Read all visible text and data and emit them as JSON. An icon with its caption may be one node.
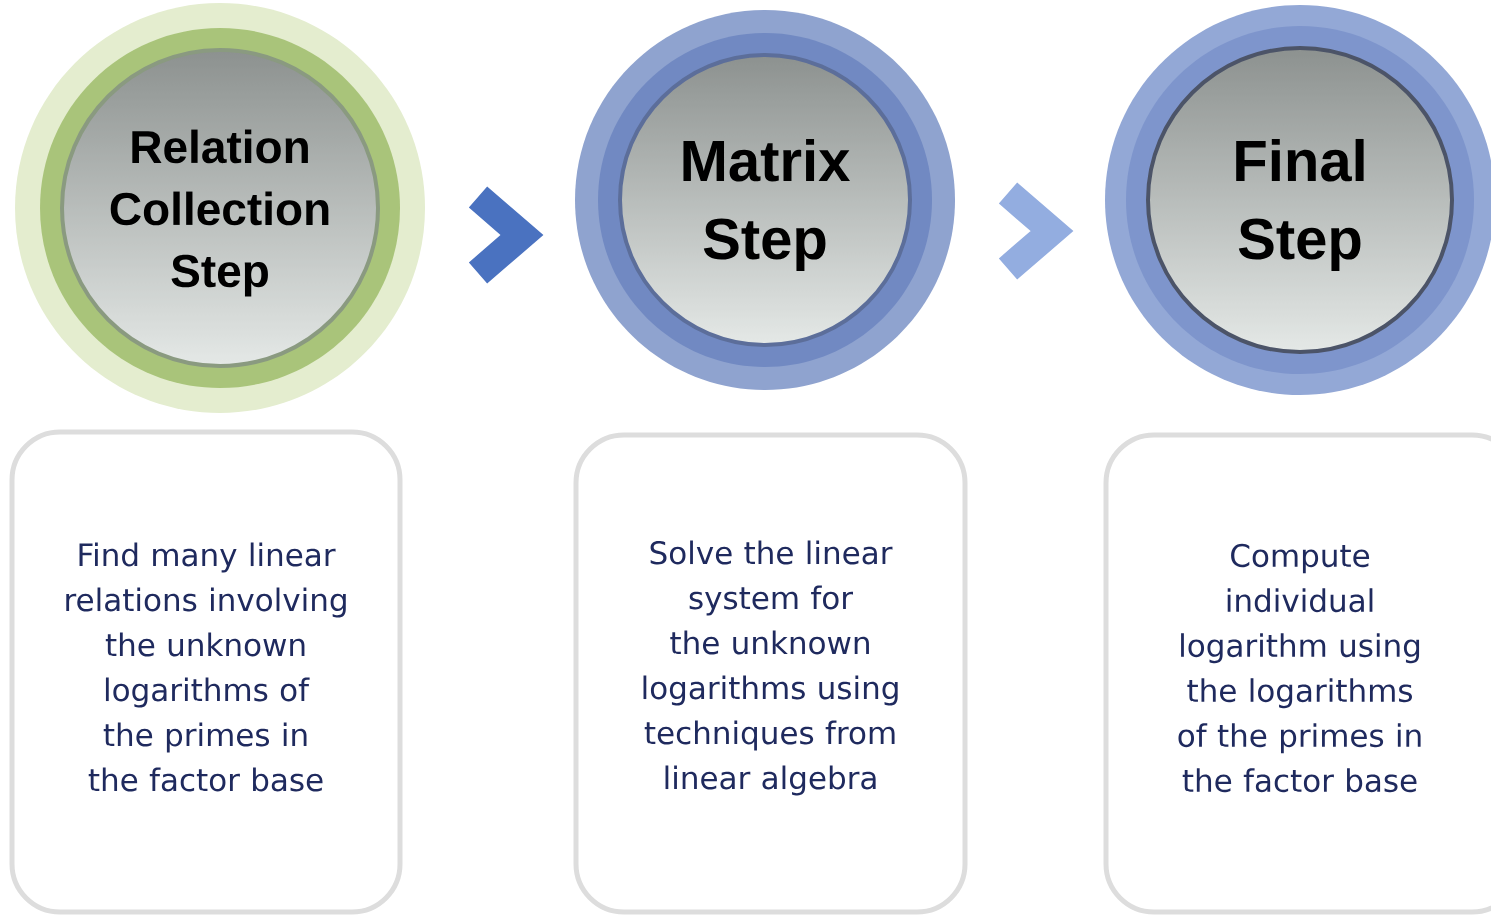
{
  "diagram": {
    "nodes": [
      {
        "text": [
          "Relation Collection Step"
        ]
      },
      {
        "text": [
          "Matrix Step"
        ]
      },
      {
        "text": [
          "Final Step"
        ]
      },
      {
        "text": [
          "Find many linear relations involving the unknown logarithms of the primes in the factor base"
        ]
      },
      {
        "text": [
          "Solve the linear system for the unknown logarithms using techniques from linear algebra"
        ]
      },
      {
        "text": [
          "Compute individual logarithm using the logarithms of the primes in the factor base"
        ]
      }
    ],
    "edges": [
      {
        "from": 0,
        "to": 1,
        "arrow": "to",
        "color": "#4a72c0"
      },
      {
        "from": 1,
        "to": 2,
        "arrow": "to",
        "color": "#93ade0"
      }
    ]
  }
}
